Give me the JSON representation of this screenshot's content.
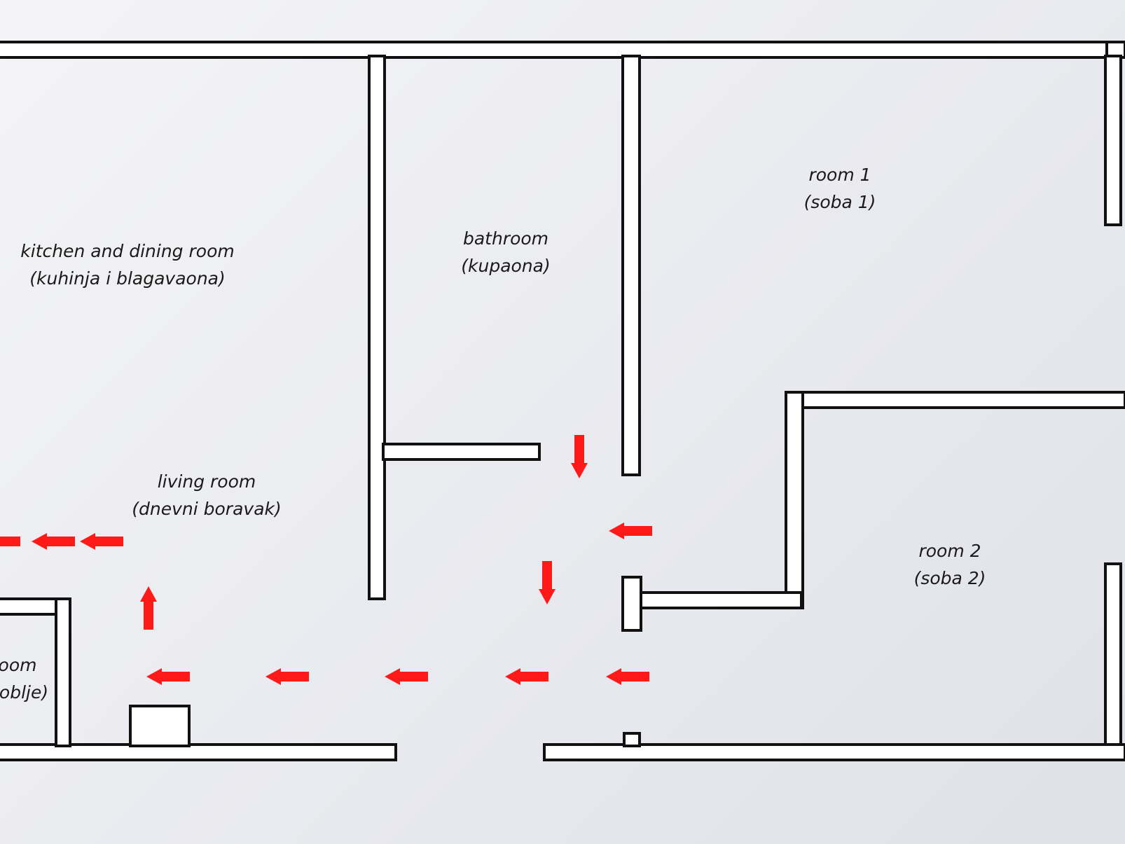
{
  "rooms": {
    "kitchen": {
      "name": "kitchen and dining room",
      "local_name": "(kuhinja i blagavaona)"
    },
    "bathroom": {
      "name": "bathroom",
      "local_name": "(kupaona)"
    },
    "room1": {
      "name": "room 1",
      "local_name": "(soba 1)"
    },
    "living": {
      "name": "living room",
      "local_name": "(dnevni boravak)"
    },
    "room2": {
      "name": "room 2",
      "local_name": "(soba 2)"
    },
    "cut_off": {
      "name": "oom",
      "local_name": "oblje)"
    }
  },
  "colors": {
    "wall_stroke": "#111111",
    "arrow": "#ff1a1a",
    "background": "#ecedf1"
  },
  "arrows": [
    {
      "direction": "down"
    },
    {
      "direction": "left"
    },
    {
      "direction": "down"
    },
    {
      "direction": "left"
    },
    {
      "direction": "left"
    },
    {
      "direction": "left"
    },
    {
      "direction": "left"
    },
    {
      "direction": "left"
    },
    {
      "direction": "left"
    },
    {
      "direction": "up"
    },
    {
      "direction": "left"
    },
    {
      "direction": "left"
    }
  ]
}
